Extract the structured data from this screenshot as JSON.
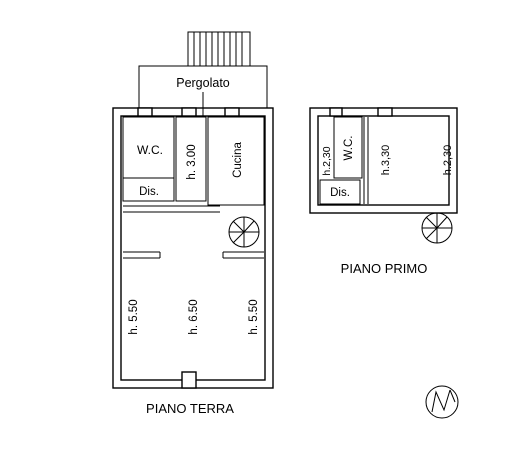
{
  "ground_floor": {
    "title": "PIANO TERRA",
    "rooms": {
      "pergola": "Pergolato",
      "wc": "W.C.",
      "dis": "Dis.",
      "corridor_height": "h. 3.00",
      "kitchen": "Cucina",
      "main_left_height": "h. 5.50",
      "main_center_height": "h. 6.50",
      "main_right_height": "h. 5.50"
    }
  },
  "first_floor": {
    "title": "PIANO PRIMO",
    "rooms": {
      "left_height": "h.2,30",
      "wc": "W.C.",
      "dis": "Dis.",
      "center_height": "h.3,30",
      "right_height": "h.2,30"
    }
  },
  "north_arrow": {
    "icon": "north-arrow-icon"
  }
}
